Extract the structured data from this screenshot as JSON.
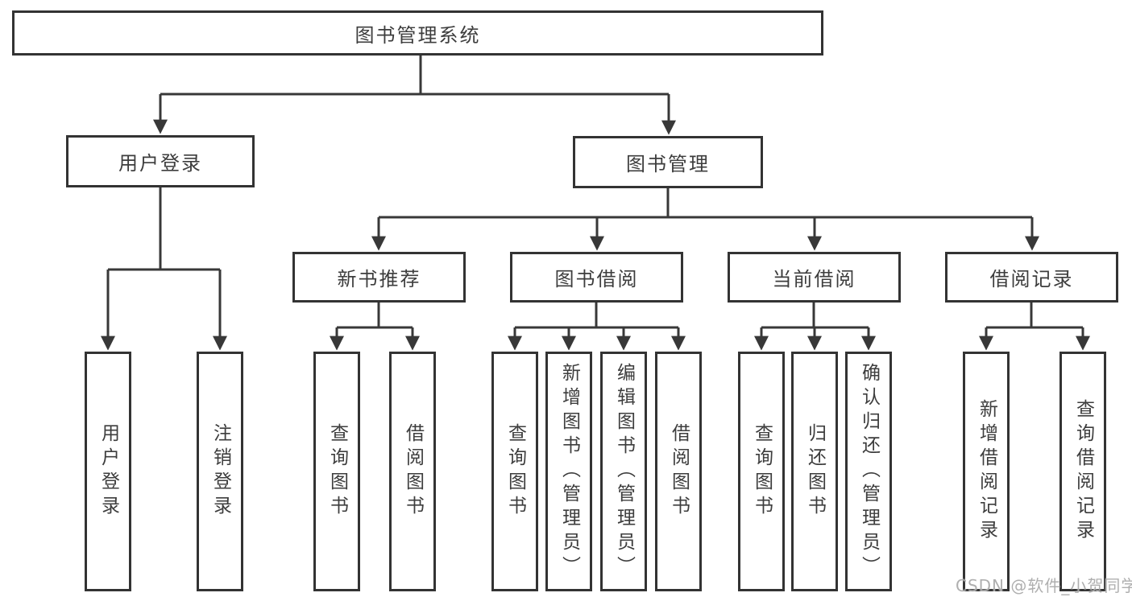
{
  "diagram": {
    "title": "图书管理系统",
    "nodes": {
      "root": "图书管理系统",
      "user_login": "用户登录",
      "book_management": "图书管理",
      "new_book_recommend": "新书推荐",
      "book_borrow": "图书借阅",
      "current_borrow": "当前借阅",
      "borrow_records": "借阅记录",
      "leaf_user_login": "用户登录",
      "leaf_logout": "注销登录",
      "leaf_query_books_1": "查询图书",
      "leaf_borrow_books_1": "借阅图书",
      "leaf_query_books_2": "查询图书",
      "leaf_add_book_admin": "新增图书（管理员）",
      "leaf_edit_book_admin": "编辑图书（管理员）",
      "leaf_borrow_books_2": "借阅图书",
      "leaf_query_books_3": "查询图书",
      "leaf_return_book": "归还图书",
      "leaf_confirm_return_admin": "确认归还（管理员）",
      "leaf_add_borrow_record": "新增借阅记录",
      "leaf_query_borrow_record": "查询借阅记录"
    },
    "edges": [
      [
        "root",
        "user_login"
      ],
      [
        "root",
        "book_management"
      ],
      [
        "user_login",
        "leaf_user_login"
      ],
      [
        "user_login",
        "leaf_logout"
      ],
      [
        "book_management",
        "new_book_recommend"
      ],
      [
        "book_management",
        "book_borrow"
      ],
      [
        "book_management",
        "current_borrow"
      ],
      [
        "book_management",
        "borrow_records"
      ],
      [
        "new_book_recommend",
        "leaf_query_books_1"
      ],
      [
        "new_book_recommend",
        "leaf_borrow_books_1"
      ],
      [
        "book_borrow",
        "leaf_query_books_2"
      ],
      [
        "book_borrow",
        "leaf_add_book_admin"
      ],
      [
        "book_borrow",
        "leaf_edit_book_admin"
      ],
      [
        "book_borrow",
        "leaf_borrow_books_2"
      ],
      [
        "current_borrow",
        "leaf_query_books_3"
      ],
      [
        "current_borrow",
        "leaf_return_book"
      ],
      [
        "current_borrow",
        "leaf_confirm_return_admin"
      ],
      [
        "borrow_records",
        "leaf_add_borrow_record"
      ],
      [
        "borrow_records",
        "leaf_query_borrow_record"
      ]
    ],
    "colors": {
      "line": "#383838",
      "border": "#333333",
      "text": "#3d3d3d",
      "watermark": "#a8a8a8",
      "background": "#ffffff"
    },
    "watermark": "CSDN @软件_小贺同学"
  }
}
